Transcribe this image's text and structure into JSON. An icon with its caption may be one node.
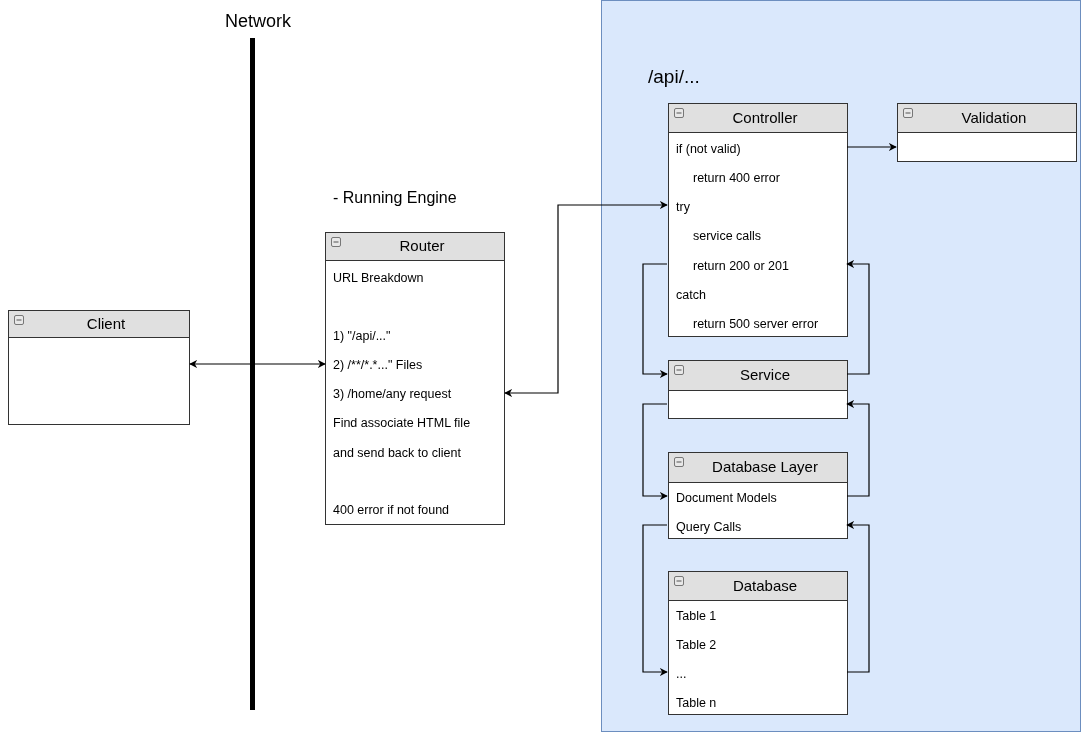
{
  "diagram": {
    "nodes": [
      {
        "text": [
          "Client"
        ]
      },
      {
        "text": [
          "Router",
          "URL Breakdown",
          "1) \"/api/...\"",
          "2) /**/*.*...\" Files",
          "3) /home/any request",
          "Find associate HTML file",
          "and send back to client",
          "400 error if not found"
        ]
      },
      {
        "text": [
          "/api/..."
        ]
      },
      {
        "text": [
          "Controller",
          "if (not valid)",
          "return 400 error",
          "try",
          "service calls",
          "return 200 or 201",
          "catch",
          "return 500 server error"
        ],
        "in": 2
      },
      {
        "text": [
          "Validation"
        ],
        "in": 2
      },
      {
        "text": [
          "Service"
        ],
        "in": 2
      },
      {
        "text": [
          "Database Layer",
          "Document Models",
          "Query Calls"
        ],
        "in": 2
      },
      {
        "text": [
          "Database",
          "Table 1",
          "Table 2",
          "...",
          "Table n"
        ],
        "in": 2
      }
    ],
    "edges": [
      {
        "from": 0,
        "to": 1,
        "arrow": "both"
      },
      {
        "from": 1,
        "to": 3,
        "arrow": "both"
      },
      {
        "from": 3,
        "to": 4,
        "arrow": "to"
      },
      {
        "from": 3,
        "to": 5,
        "arrow": "to"
      },
      {
        "from": 5,
        "to": 3,
        "arrow": "to"
      },
      {
        "from": 5,
        "to": 6,
        "arrow": "to"
      },
      {
        "from": 6,
        "to": 5,
        "arrow": "to"
      },
      {
        "from": 6,
        "to": 7,
        "arrow": "to"
      },
      {
        "from": 7,
        "to": 6,
        "arrow": "to"
      }
    ],
    "labels": [
      "Network",
      "- Running Engine"
    ]
  }
}
